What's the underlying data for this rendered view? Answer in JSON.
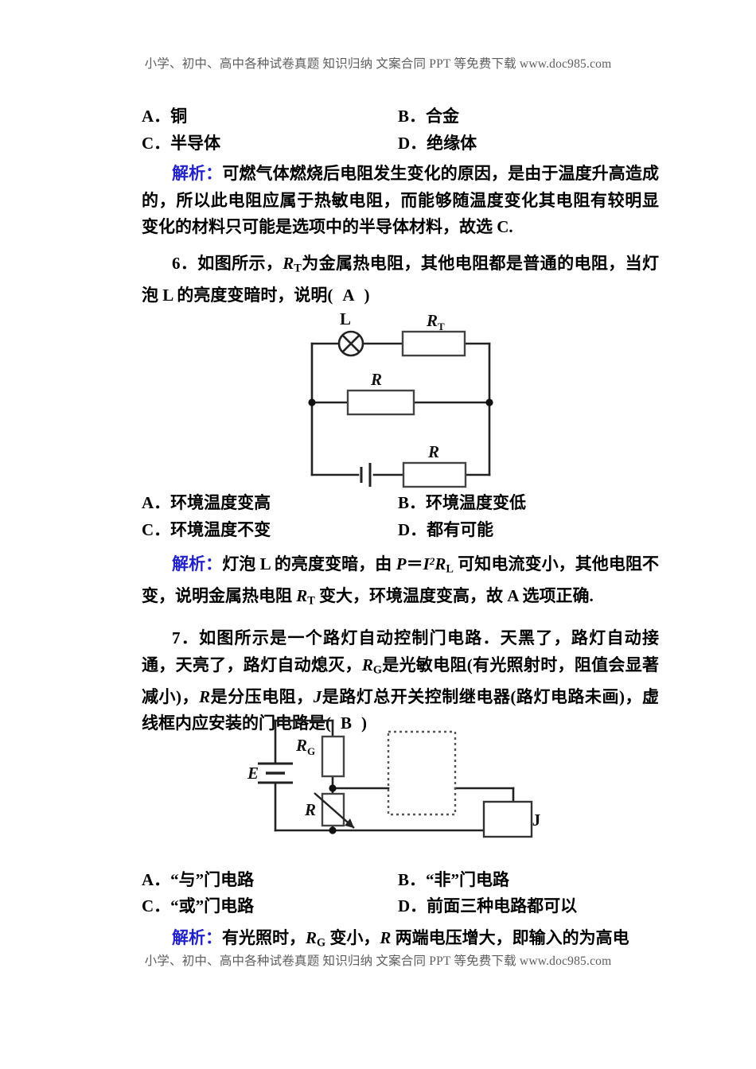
{
  "watermark": {
    "top": "小学、初中、高中各种试卷真题 知识归纳 文案合同 PPT 等免费下载  www.doc985.com",
    "bottom": "小学、初中、高中各种试卷真题 知识归纳 文案合同 PPT 等免费下载  www.doc985.com"
  },
  "q5_options": {
    "a_label": "A．",
    "a_text": "铜",
    "b_label": "B．",
    "b_text": "合金",
    "c_label": "C．",
    "c_text": "半导体",
    "d_label": "D．",
    "d_text": "绝缘体"
  },
  "q5_solution": {
    "label": "解析：",
    "text": "可燃气体燃烧后电阻发生变化的原因，是由于温度升高造成的，所以此电阻应属于热敏电阻，而能够随温度变化其电阻有较明显变化的材料只可能是选项中的半导体材料，故选 C."
  },
  "q6": {
    "number": "6．",
    "stem_part1": "如图所示，",
    "stem_rt": "R",
    "stem_rt_sub": "T",
    "stem_part2": "为金属热电阻，其他电阻都是普通的电阻，当灯泡 L 的亮度变暗时，说明(",
    "answer": "A",
    "stem_part3": ")",
    "options": {
      "a_label": "A．",
      "a_text": "环境温度变高",
      "b_label": "B．",
      "b_text": "环境温度变低",
      "c_label": "C．",
      "c_text": "环境温度不变",
      "d_label": "D．",
      "d_text": "都有可能"
    },
    "solution": {
      "label": "解析：",
      "text_1": "灯泡 L 的亮度变暗，由 ",
      "formula_p": "P",
      "formula_eq": "＝",
      "formula_i": "I",
      "formula_sup": "2",
      "formula_r": "R",
      "formula_sub": "L",
      "text_2": " 可知电流变小，其他电阻不变，说明金属热电阻 ",
      "rt": "R",
      "rt_sub": "T",
      "text_3": " 变大，环境温度变高，故 A 选项正确."
    },
    "figure": {
      "lamp": "L",
      "rt": "R",
      "rt_sub": "T",
      "r_mid": "R",
      "r_bottom": "R"
    }
  },
  "q7": {
    "number": "7．",
    "stem_1": "如图所示是一个路灯自动控制门电路．天黑了，路灯自动接通，天亮了，路灯自动熄灭，",
    "rg": "R",
    "rg_sub": "G",
    "stem_2": "是光敏电阻(有光照射时，阻值会显著减小)，",
    "r": "R",
    "stem_3": "是分压电阻，",
    "j": "J",
    "stem_4": "是路灯总开关控制继电器(路灯电路未画)，虚线框内应安装的门电路是(",
    "answer": "B",
    "stem_5": ")",
    "options": {
      "a_label": "A．",
      "a_text": "“与”门电路",
      "b_label": "B．",
      "b_text": "“非”门电路",
      "c_label": "C．",
      "c_text": "“或”门电路",
      "d_label": "D．",
      "d_text": "前面三种电路都可以"
    },
    "solution": {
      "label": "解析：",
      "text_1": "有光照时，",
      "rg": "R",
      "rg_sub": "G",
      "text_2": " 变小，",
      "r": "R",
      "text_3": " 两端电压增大，即输入的为高电"
    },
    "figure": {
      "battery": "E",
      "rg": "R",
      "rg_sub": "G",
      "r": "R",
      "relay": "J"
    }
  },
  "colors": {
    "text": "#000000",
    "solution_label": "#2222cc",
    "watermark": "#5d5d5d",
    "circuit_line": "#222222"
  }
}
